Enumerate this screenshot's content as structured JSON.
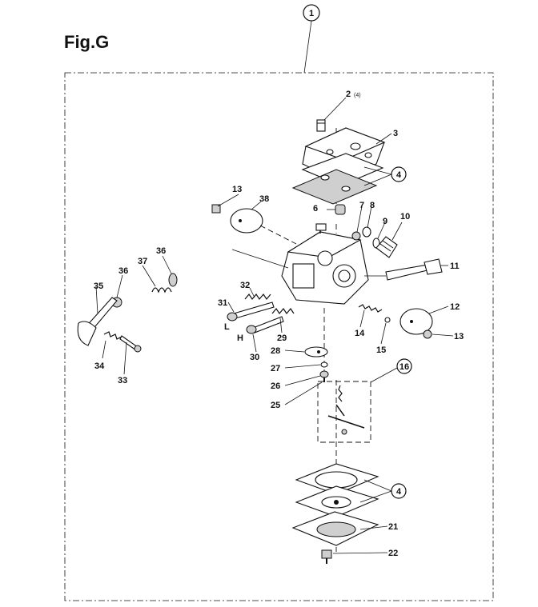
{
  "figure": {
    "title": "Fig.G",
    "assembly_number": "1"
  },
  "parts": [
    {
      "key": "p2",
      "number": "2",
      "qty": "(4)"
    },
    {
      "key": "p3",
      "number": "3"
    },
    {
      "key": "p4a",
      "number": "4"
    },
    {
      "key": "p4b",
      "number": "4"
    },
    {
      "key": "p6",
      "number": "6"
    },
    {
      "key": "p7",
      "number": "7"
    },
    {
      "key": "p8",
      "number": "8"
    },
    {
      "key": "p9",
      "number": "9"
    },
    {
      "key": "p10",
      "number": "10"
    },
    {
      "key": "p11",
      "number": "11"
    },
    {
      "key": "p12",
      "number": "12"
    },
    {
      "key": "p13a",
      "number": "13"
    },
    {
      "key": "p13b",
      "number": "13"
    },
    {
      "key": "p14",
      "number": "14"
    },
    {
      "key": "p15",
      "number": "15"
    },
    {
      "key": "p16",
      "number": "16"
    },
    {
      "key": "p21",
      "number": "21"
    },
    {
      "key": "p22",
      "number": "22"
    },
    {
      "key": "p25",
      "number": "25"
    },
    {
      "key": "p26",
      "number": "26"
    },
    {
      "key": "p27",
      "number": "27"
    },
    {
      "key": "p28",
      "number": "28"
    },
    {
      "key": "p29",
      "number": "29"
    },
    {
      "key": "p30",
      "number": "30"
    },
    {
      "key": "p31",
      "number": "31"
    },
    {
      "key": "p32",
      "number": "32"
    },
    {
      "key": "p33",
      "number": "33"
    },
    {
      "key": "p34",
      "number": "34"
    },
    {
      "key": "p35",
      "number": "35"
    },
    {
      "key": "p36a",
      "number": "36"
    },
    {
      "key": "p36b",
      "number": "36"
    },
    {
      "key": "p37",
      "number": "37"
    },
    {
      "key": "p38",
      "number": "38"
    }
  ],
  "screw_markers": {
    "low": "L",
    "high": "H"
  }
}
